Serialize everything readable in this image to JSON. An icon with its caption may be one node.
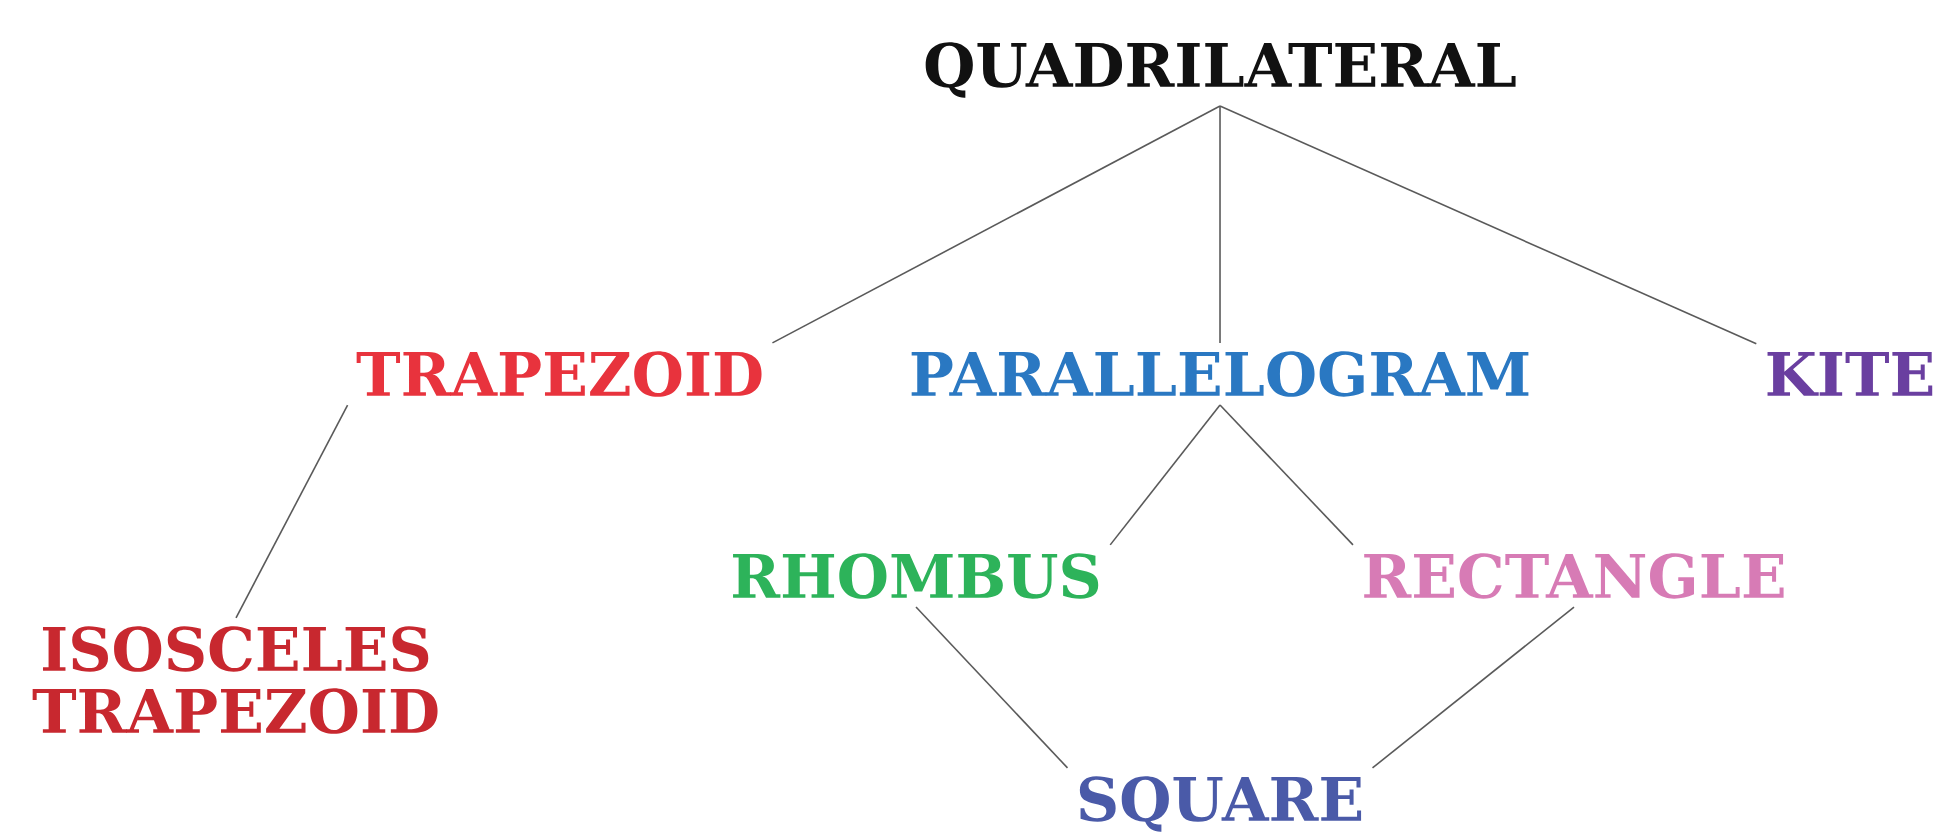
{
  "diagram": {
    "nodes": [
      {
        "text": [
          "QUADRILATERAL"
        ]
      },
      {
        "text": [
          "TRAPEZOID"
        ]
      },
      {
        "text": [
          "PARALLELOGRAM"
        ]
      },
      {
        "text": [
          "KITE"
        ]
      },
      {
        "text": [
          "RHOMBUS"
        ]
      },
      {
        "text": [
          "RECTANGLE"
        ]
      },
      {
        "text": [
          "ISOSCELES TRAPEZOID"
        ]
      },
      {
        "text": [
          "SQUARE"
        ]
      }
    ],
    "edges": [
      {
        "from": 0,
        "to": 1,
        "arrow": "none"
      },
      {
        "from": 0,
        "to": 2,
        "arrow": "none"
      },
      {
        "from": 0,
        "to": 3,
        "arrow": "none"
      },
      {
        "from": 1,
        "to": 6,
        "arrow": "none"
      },
      {
        "from": 2,
        "to": 4,
        "arrow": "none"
      },
      {
        "from": 2,
        "to": 5,
        "arrow": "none"
      },
      {
        "from": 4,
        "to": 7,
        "arrow": "none"
      },
      {
        "from": 5,
        "to": 7,
        "arrow": "none"
      }
    ]
  }
}
